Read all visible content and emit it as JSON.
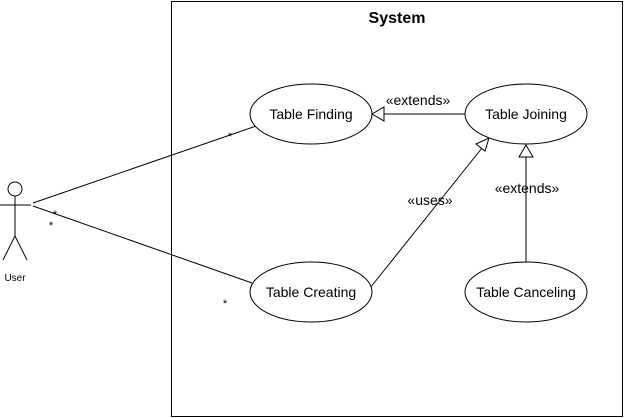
{
  "system": {
    "title": "System"
  },
  "actor": {
    "label": "User"
  },
  "use_cases": {
    "finding": "Table Finding",
    "joining": "Table Joining",
    "creating": "Table Creating",
    "canceling": "Table Canceling"
  },
  "relations": {
    "extends_top": "«extends»",
    "uses": "«uses»",
    "extends_right": "«extends»"
  },
  "multiplicity": {
    "finding_end": "*",
    "actor_finding_end": "*",
    "actor_creating_end": "*",
    "creating_end": "*"
  },
  "colors": {
    "stroke": "#000000",
    "background": "#ffffff"
  }
}
